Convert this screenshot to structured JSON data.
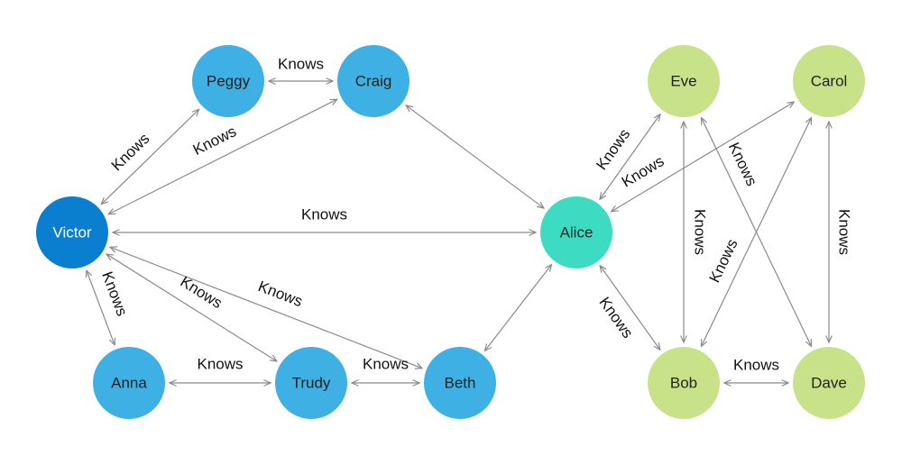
{
  "colors": {
    "victor": "#0a7fcf",
    "blue": "#3eb0e4",
    "alice": "#3ddbc2",
    "green": "#c8e28a",
    "edge": "#8a8a8a",
    "label_dark": "#222222",
    "label_light": "#ffffff"
  },
  "nodes": [
    {
      "id": "victor",
      "label": "Victor",
      "fill": "victor",
      "text": "label_light"
    },
    {
      "id": "peggy",
      "label": "Peggy",
      "fill": "blue",
      "text": "label_dark"
    },
    {
      "id": "craig",
      "label": "Craig",
      "fill": "blue",
      "text": "label_dark"
    },
    {
      "id": "anna",
      "label": "Anna",
      "fill": "blue",
      "text": "label_dark"
    },
    {
      "id": "trudy",
      "label": "Trudy",
      "fill": "blue",
      "text": "label_dark"
    },
    {
      "id": "beth",
      "label": "Beth",
      "fill": "blue",
      "text": "label_dark"
    },
    {
      "id": "alice",
      "label": "Alice",
      "fill": "alice",
      "text": "label_dark"
    },
    {
      "id": "eve",
      "label": "Eve",
      "fill": "green",
      "text": "label_dark"
    },
    {
      "id": "carol",
      "label": "Carol",
      "fill": "green",
      "text": "label_dark"
    },
    {
      "id": "bob",
      "label": "Bob",
      "fill": "green",
      "text": "label_dark"
    },
    {
      "id": "dave",
      "label": "Dave",
      "fill": "green",
      "text": "label_dark"
    }
  ],
  "edges": [
    {
      "source": "peggy",
      "target": "craig",
      "label": "Knows"
    },
    {
      "source": "victor",
      "target": "peggy",
      "label": "Knows"
    },
    {
      "source": "victor",
      "target": "craig",
      "label": "Knows"
    },
    {
      "source": "craig",
      "target": "alice",
      "label": ""
    },
    {
      "source": "victor",
      "target": "alice",
      "label": "Knows"
    },
    {
      "source": "victor",
      "target": "beth",
      "label": "Knows"
    },
    {
      "source": "victor",
      "target": "trudy",
      "label": "Knows"
    },
    {
      "source": "victor",
      "target": "anna",
      "label": "Knows"
    },
    {
      "source": "anna",
      "target": "trudy",
      "label": "Knows"
    },
    {
      "source": "trudy",
      "target": "beth",
      "label": "Knows"
    },
    {
      "source": "beth",
      "target": "alice",
      "label": ""
    },
    {
      "source": "alice",
      "target": "eve",
      "label": "Knows"
    },
    {
      "source": "alice",
      "target": "carol",
      "label": "Knows"
    },
    {
      "source": "alice",
      "target": "bob",
      "label": "Knows"
    },
    {
      "source": "eve",
      "target": "bob",
      "label": "Knows"
    },
    {
      "source": "eve",
      "target": "dave",
      "label": "Knows"
    },
    {
      "source": "carol",
      "target": "bob",
      "label": "Knows"
    },
    {
      "source": "carol",
      "target": "dave",
      "label": "Knows"
    },
    {
      "source": "bob",
      "target": "dave",
      "label": "Knows"
    }
  ]
}
